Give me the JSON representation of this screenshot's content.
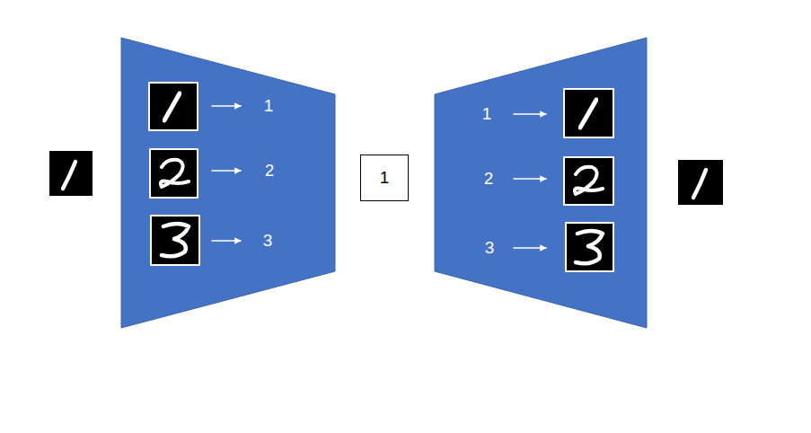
{
  "diagram": {
    "nodes": [
      {
        "text": [
          "1",
          "2",
          "3"
        ]
      },
      {
        "text": [
          "1"
        ]
      },
      {
        "text": [
          "1",
          "2",
          "3"
        ]
      }
    ]
  }
}
